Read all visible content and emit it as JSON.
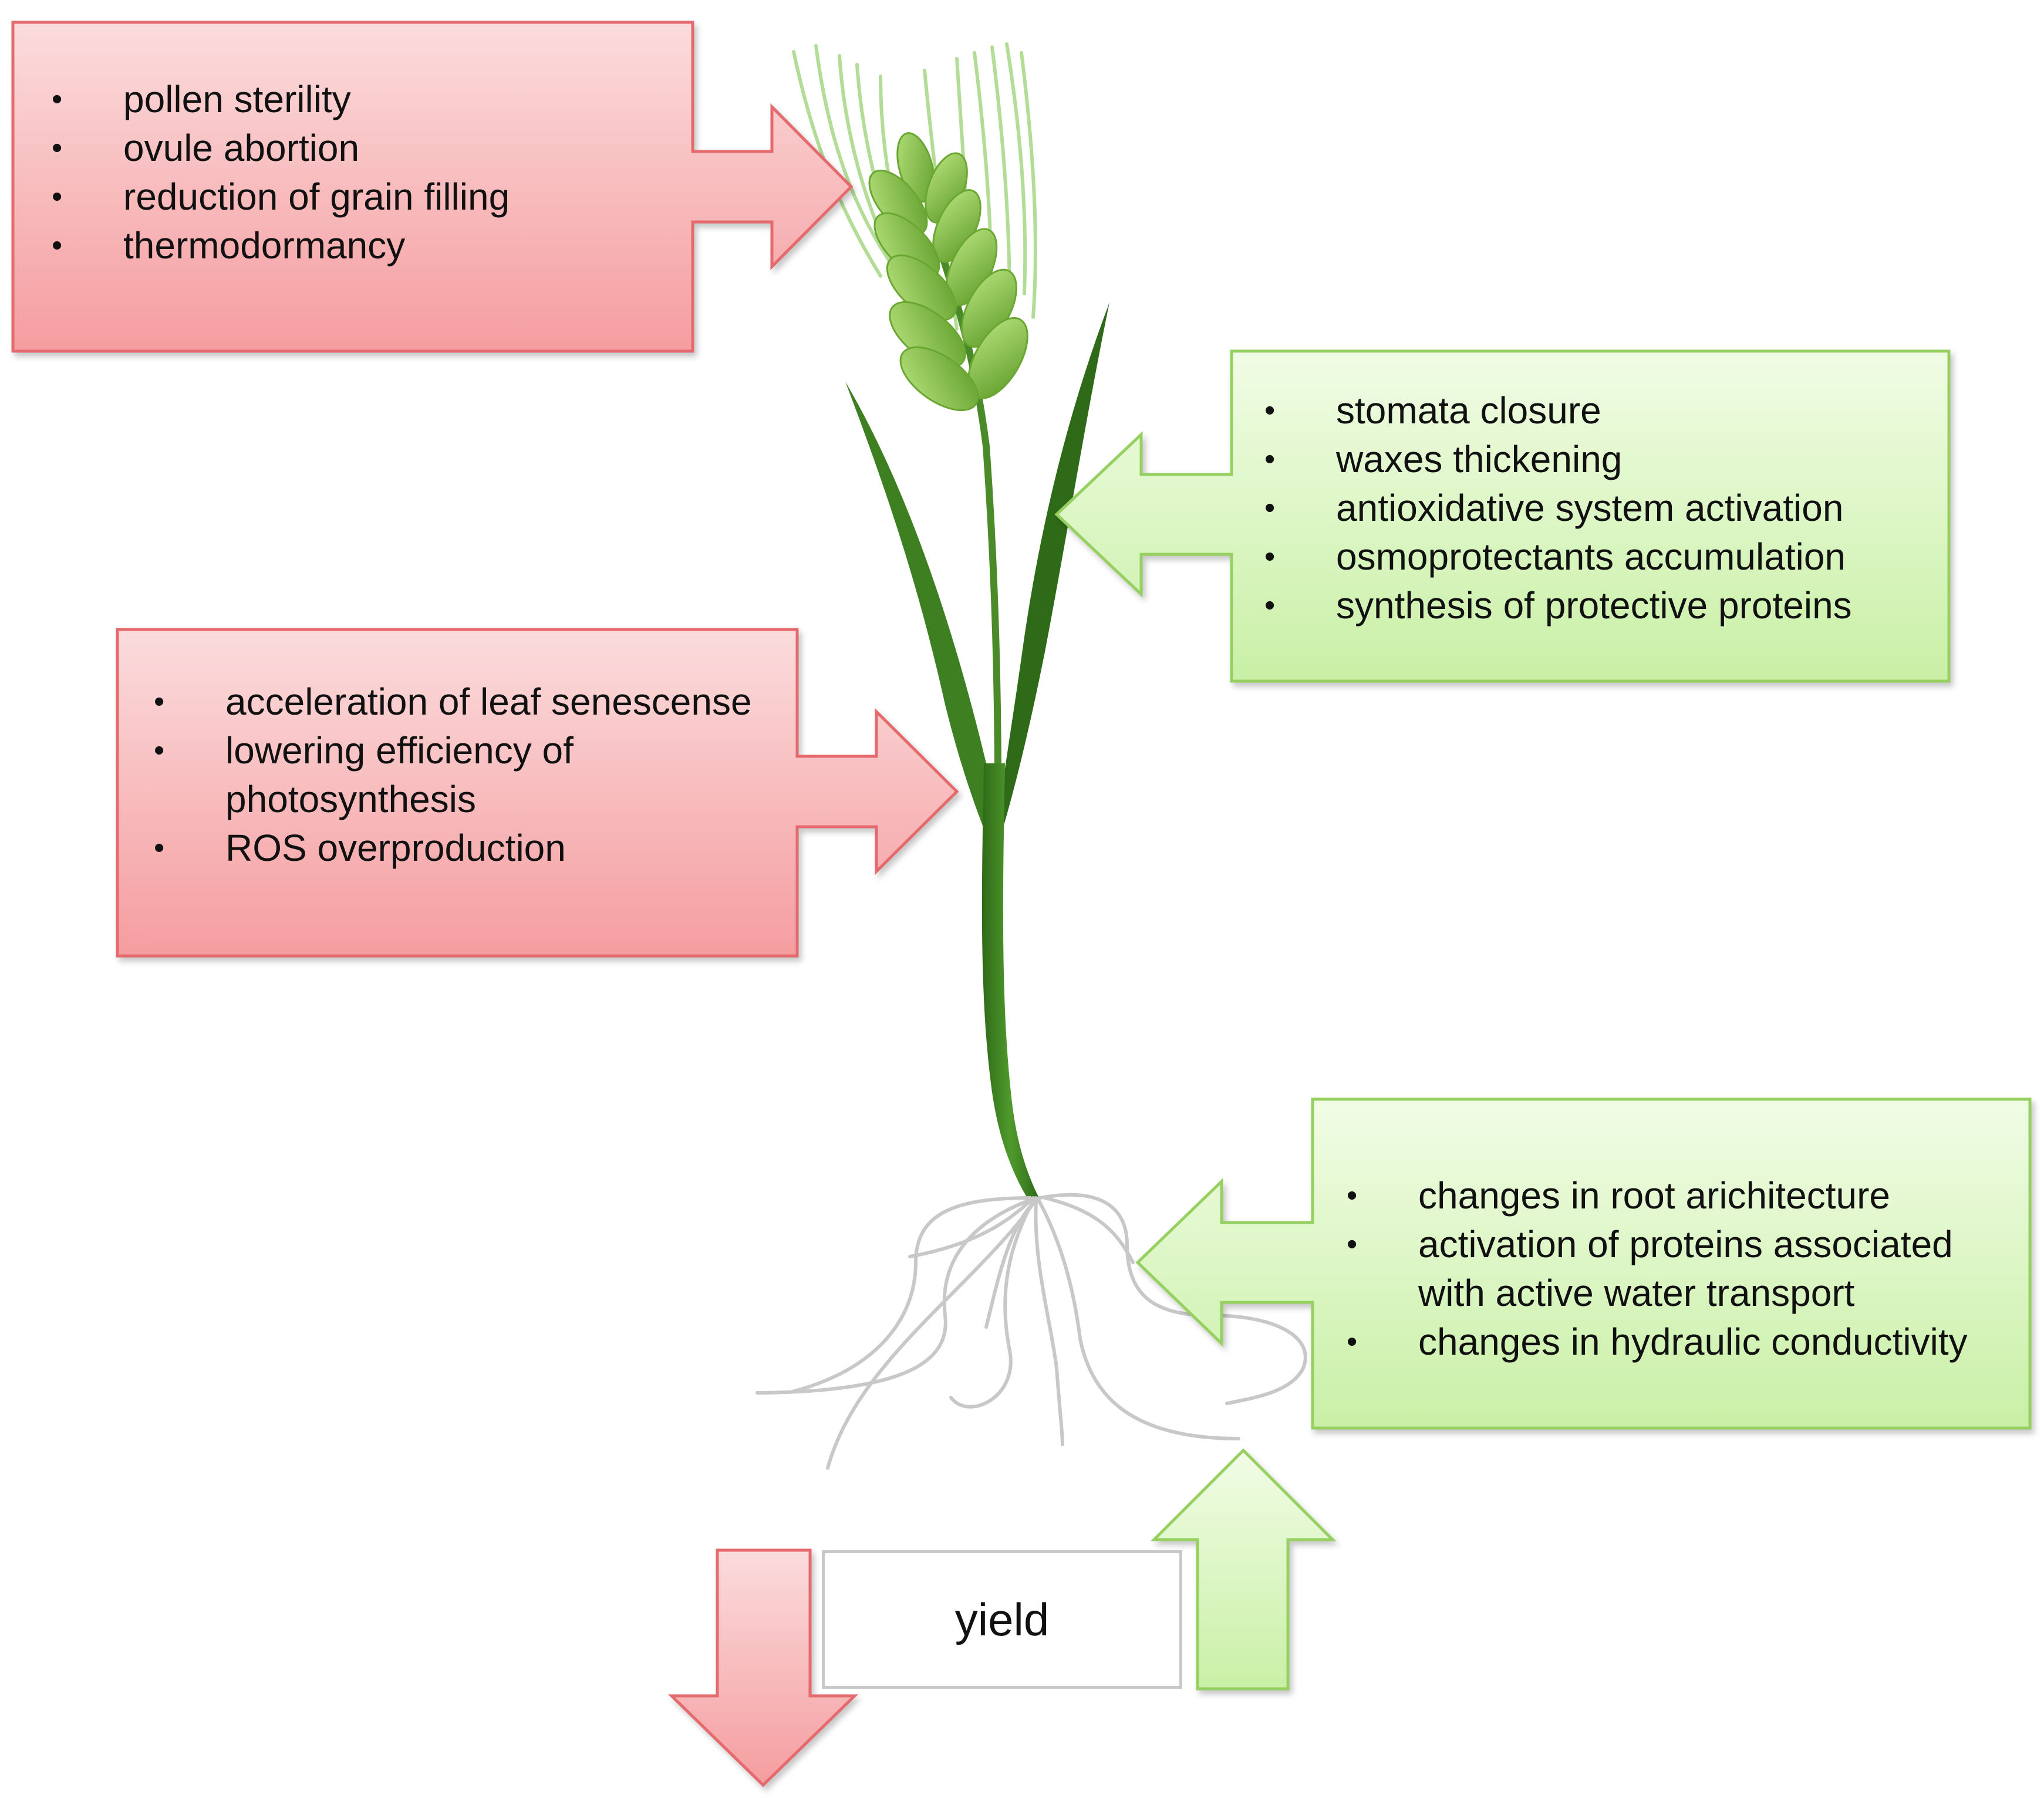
{
  "colors": {
    "negative_fill_top": "#fbdcdd",
    "negative_fill_bottom": "#f59d9f",
    "negative_border": "#e46a6d",
    "positive_fill_top": "#f1fce5",
    "positive_fill_bottom": "#c9f0a6",
    "positive_border": "#96d061",
    "stem": "#3a7a1e",
    "grain": "#7cba3a",
    "awn": "#a9d98a",
    "root": "#c8c8c8"
  },
  "icons": {
    "plant": "wheat-plant-icon",
    "negative_arrow": "red-arrow",
    "positive_arrow": "green-arrow"
  },
  "callouts": {
    "ear": {
      "effect": "negative",
      "items": [
        "pollen sterility",
        "ovule abortion",
        "reduction of grain filling",
        "thermodormancy"
      ]
    },
    "stomata": {
      "effect": "positive",
      "items": [
        "stomata closure",
        "waxes thickening",
        "antioxidative system activation",
        "osmoprotectants accumulation",
        "synthesis of protective proteins"
      ]
    },
    "leaf": {
      "effect": "negative",
      "items": [
        "acceleration of leaf senescense",
        "lowering efficiency of",
        "photosynthesis",
        "ROS overproduction"
      ]
    },
    "root": {
      "effect": "positive",
      "items": [
        "changes in root arichitecture",
        "activation of proteins associated",
        "with active water transport",
        "changes in hydraulic conductivity"
      ]
    }
  },
  "yield": {
    "label": "yield"
  }
}
